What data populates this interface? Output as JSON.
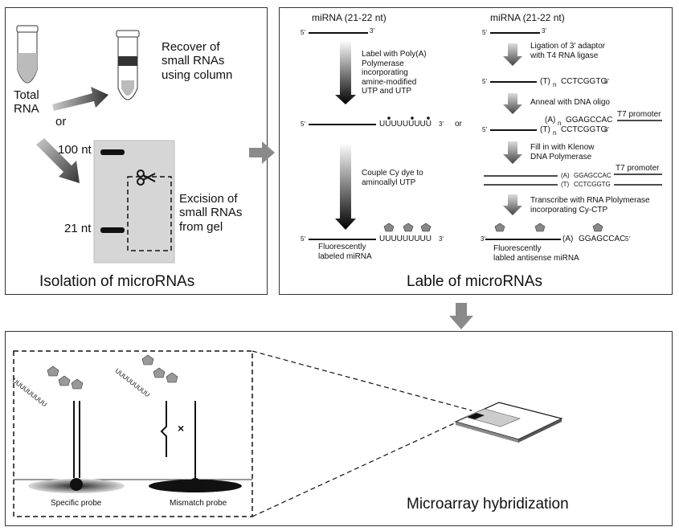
{
  "panel_isolation": {
    "total_rna": "Total\nRNA",
    "or": "or",
    "recover": "Recover of\nsmall RNAs\nusing column",
    "marker_100": "100 nt",
    "marker_21": "21 nt",
    "excision": "Excision of\nsmall RNAs\nfrom gel",
    "caption": "Isolation of microRNAs"
  },
  "panel_label": {
    "left": {
      "mirna_header": "miRNA (21-22 nt)",
      "five_prime": "5'",
      "three_prime": "3'",
      "step1": "Label with Poly(A)\nPolymerase\nincorporating\namine-modified\nUTP and UTP",
      "seq_u": "UUUUUUUUU",
      "or": "or",
      "step2": "Couple Cy dye to\naminoallyl UTP",
      "product": "Fluorescently\nlabeled miRNA",
      "cy": "Cy"
    },
    "right": {
      "mirna_header": "miRNA (21-22 nt)",
      "five_prime": "5'",
      "three_prime": "3'",
      "step1": "Ligation of 3' adaptor\nwith T4 RNA ligase",
      "seq_t": "(T)",
      "seq_n": "n",
      "adaptor": "CCTCGGTG",
      "step2": "Anneal with DNA oligo",
      "seq_a": "(A)",
      "oligo": "GGAGCCAC",
      "t7": "T7 promoter",
      "step3": "Fill in with Klenow\nDNA Polymerase",
      "step4": "Transcribe with RNA Plolymerase\nincorporating Cy-CTP",
      "product": "Fluorescently\nlabled antisense miRNA"
    },
    "caption": "Lable of microRNAs"
  },
  "panel_hyb": {
    "specific": "Specific probe",
    "mismatch": "Mismatch probe",
    "caption": "Microarray hybridization",
    "mismatch_mark": "×",
    "tail": "UUUUUUUUU"
  },
  "colors": {
    "line": "#1a1a1a",
    "gel": "#d9d9d9",
    "arrow_dark": "#1a1a1a",
    "arrow_grey": "#8a8a8a"
  }
}
